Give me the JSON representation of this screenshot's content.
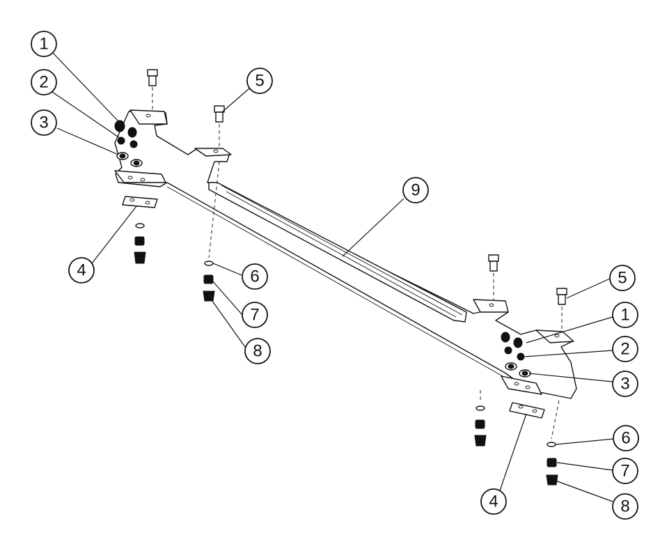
{
  "callouts": {
    "left_1": "1",
    "left_2": "2",
    "left_3": "3",
    "left_4": "4",
    "left_5": "5",
    "left_6": "6",
    "left_7": "7",
    "left_8": "8",
    "center_9": "9",
    "right_5": "5",
    "right_1": "1",
    "right_2": "2",
    "right_3": "3",
    "right_6": "6",
    "right_7": "7",
    "right_8": "8",
    "right_4": "4"
  }
}
